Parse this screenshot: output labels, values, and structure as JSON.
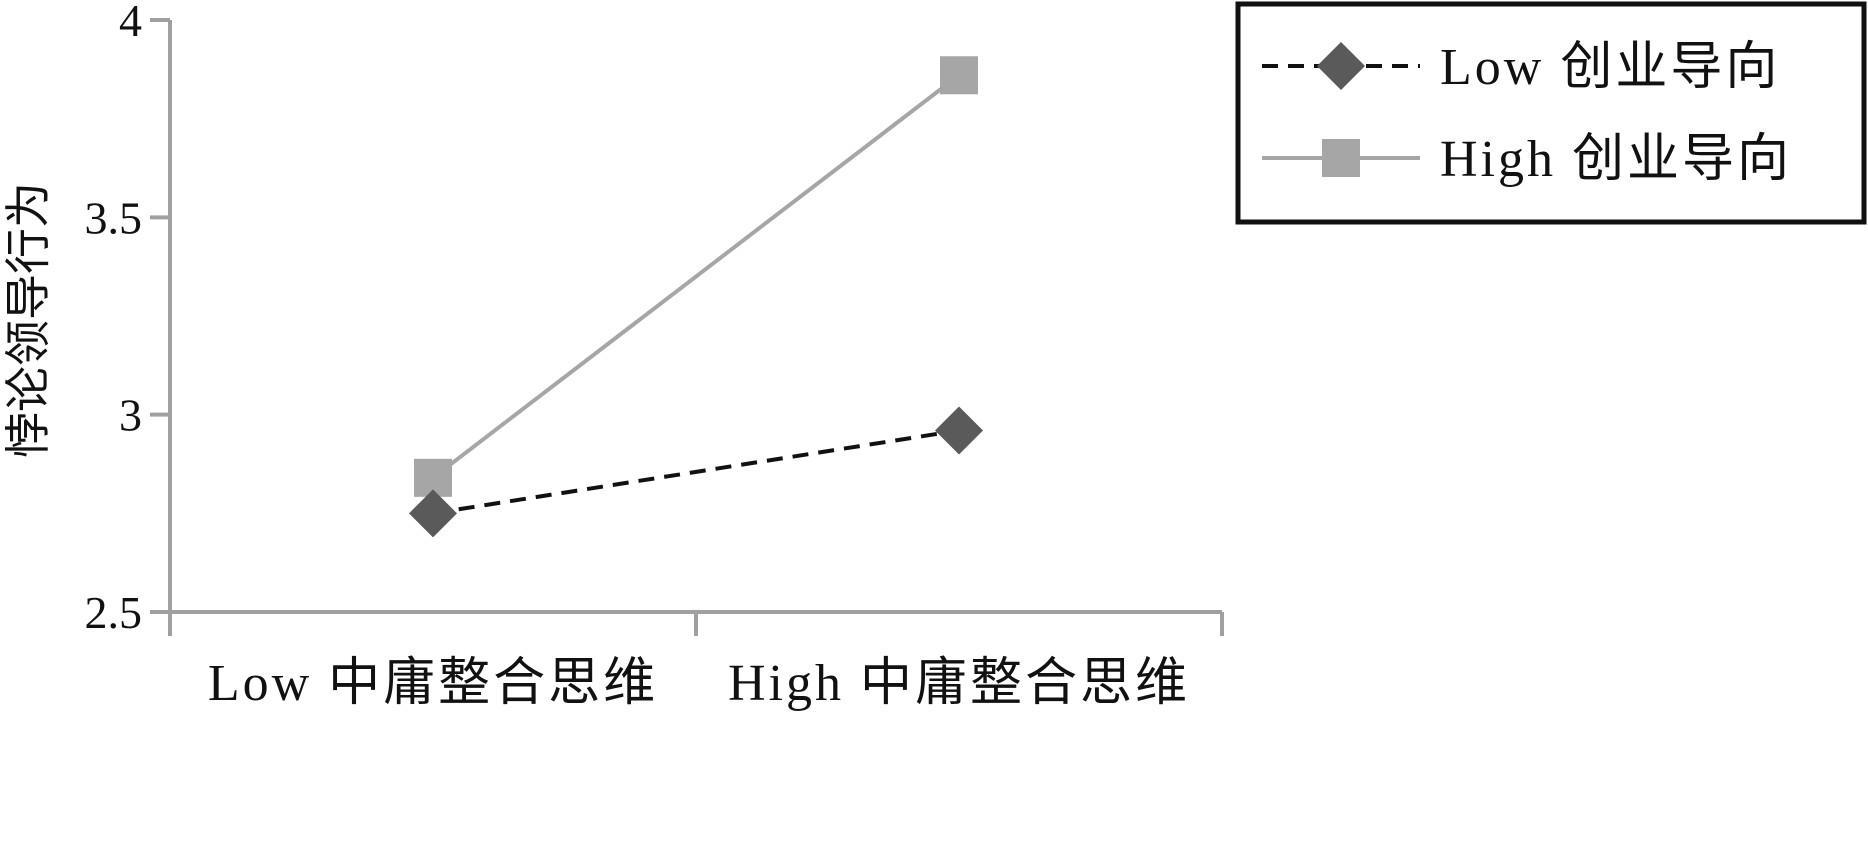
{
  "chart_data": {
    "type": "line",
    "title": "",
    "xlabel": "",
    "ylabel": "悖论领导行为",
    "categories": [
      "Low 中庸整合思维",
      "High 中庸整合思维"
    ],
    "yticks": [
      "2.5",
      "3",
      "3.5",
      "4"
    ],
    "ylim": [
      2.5,
      4
    ],
    "grid": false,
    "legend_position": "top-right",
    "series": [
      {
        "name": "Low 创业导向",
        "values": [
          2.75,
          2.96
        ],
        "color": "#111111",
        "marker_color": "#5a5a5a",
        "marker": "diamond",
        "line_style": "dashed"
      },
      {
        "name": "High 创业导向",
        "values": [
          2.84,
          3.86
        ],
        "color": "#a6a6a6",
        "marker_color": "#a6a6a6",
        "marker": "square",
        "line_style": "solid"
      }
    ]
  }
}
